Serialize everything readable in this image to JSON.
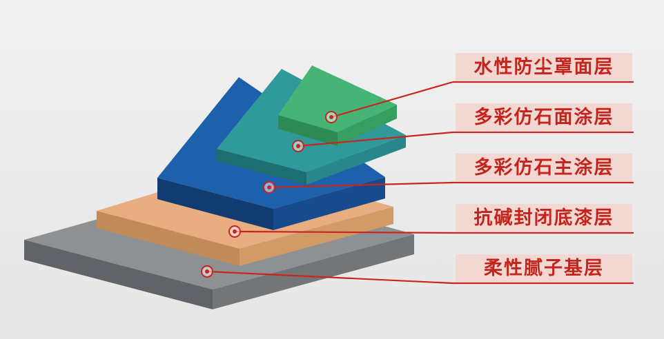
{
  "palette": {
    "background_top": "#f1f1f1",
    "background_bottom": "#e6e6e6",
    "annotation_red": "#c9241e",
    "label_background": "#f3d7d3",
    "label_text": "#c3241b"
  },
  "diagram": {
    "layers": [
      {
        "key": "topcoat",
        "label": "水性防尘罩面层",
        "top_color": "#45b476",
        "left_color": "#2d8a52",
        "right_color": "#379e62"
      },
      {
        "key": "stone-face-coat",
        "label": "多彩仿石面涂层",
        "top_color": "#309a9b",
        "left_color": "#1d6e70",
        "right_color": "#27878b"
      },
      {
        "key": "stone-main-coat",
        "label": "多彩仿石主涂层",
        "top_color": "#1d60ac",
        "left_color": "#123c71",
        "right_color": "#174b8c"
      },
      {
        "key": "sealing-primer",
        "label": "抗碱封闭底漆层",
        "top_color": "#e8ad81",
        "left_color": "#c08a59",
        "right_color": "#d29a67"
      },
      {
        "key": "putty-base",
        "label": "柔性腻子基层",
        "top_color": "#8e9193",
        "left_color": "#606468",
        "right_color": "#737679"
      }
    ]
  }
}
